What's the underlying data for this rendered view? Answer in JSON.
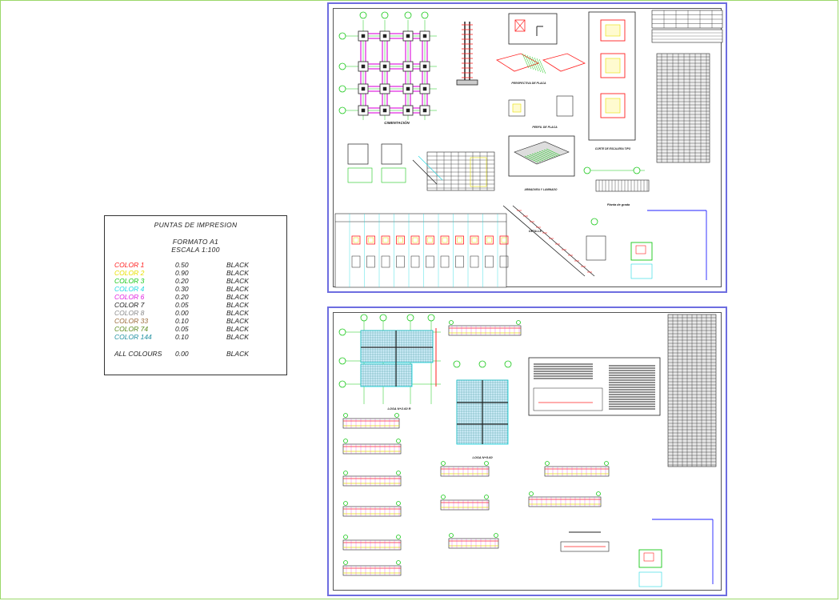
{
  "legend": {
    "title": "PUNTAS DE IMPRESION",
    "format": "FORMATO A1",
    "scale": "ESCALA 1:100",
    "rows": [
      {
        "color": "COLOR 1",
        "width": "0.50",
        "pen": "BLACK",
        "hex": "#ff2020"
      },
      {
        "color": "COLOR 2",
        "width": "0.90",
        "pen": "BLACK",
        "hex": "#e8e000"
      },
      {
        "color": "COLOR 3",
        "width": "0.20",
        "pen": "BLACK",
        "hex": "#18c818"
      },
      {
        "color": "COLOR 4",
        "width": "0.30",
        "pen": "BLACK",
        "hex": "#20d8e0"
      },
      {
        "color": "COLOR 6",
        "width": "0.20",
        "pen": "BLACK",
        "hex": "#e020e0"
      },
      {
        "color": "COLOR 7",
        "width": "0.05",
        "pen": "BLACK",
        "hex": "#222222"
      },
      {
        "color": "COLOR 8",
        "width": "0.00",
        "pen": "BLACK",
        "hex": "#8a8a8a"
      },
      {
        "color": "COLOR 33",
        "width": "0.10",
        "pen": "BLACK",
        "hex": "#9a6a3a"
      },
      {
        "color": "COLOR 74",
        "width": "0.05",
        "pen": "BLACK",
        "hex": "#5a8a1a"
      },
      {
        "color": "COLOR 144",
        "width": "0.10",
        "pen": "BLACK",
        "hex": "#2090a0"
      }
    ],
    "all": {
      "color": "ALL COLOURS",
      "width": "0.00",
      "pen": "BLACK"
    }
  },
  "sheet1": {
    "labels": {
      "cimentacion": "CIMENTACIÓN",
      "perspectiva": "PERSPECTIVA DE PLACA",
      "perfil": "PERFIL DE PLACA",
      "corte": "CORTE DE ESCALERA TIPO",
      "armadura": "ARMADURA Y LAMINADO",
      "planta": "Planta de grada",
      "detalle": "DETALLE"
    }
  },
  "sheet2": {
    "labels": {
      "losa1": "LOSA N+2.60 R",
      "losa2": "LOSA N+5.60"
    }
  },
  "palette": {
    "sheet_border": "#6d6de0",
    "magenta": "#e020e0",
    "green": "#18c818",
    "cyan": "#20d8e0",
    "red": "#ff2020",
    "yellow": "#e8e000",
    "blue": "#2020ff",
    "dark": "#222222",
    "teal": "#208080"
  }
}
